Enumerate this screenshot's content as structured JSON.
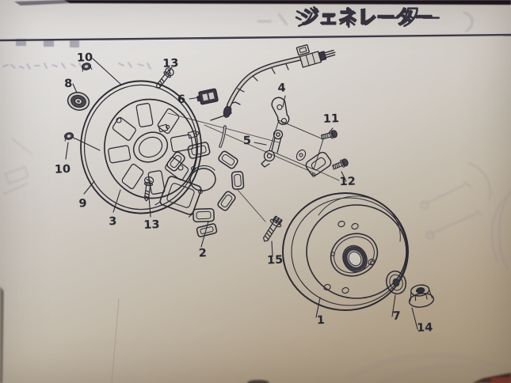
{
  "page": {
    "title": "ジェネレーター"
  },
  "diagram": {
    "callouts": [
      {
        "label": "10"
      },
      {
        "label": "13"
      },
      {
        "label": "8"
      },
      {
        "label": "6"
      },
      {
        "label": "4"
      },
      {
        "label": "11"
      },
      {
        "label": "10"
      },
      {
        "label": "5"
      },
      {
        "label": "12"
      },
      {
        "label": "9"
      },
      {
        "label": "3"
      },
      {
        "label": "13"
      },
      {
        "label": "2"
      },
      {
        "label": "15"
      },
      {
        "label": "1"
      },
      {
        "label": "7"
      },
      {
        "label": "14"
      }
    ]
  },
  "colors": {
    "ink": "#2b2a33",
    "label_ink": "#26252e",
    "rule": "#3c3a48",
    "page_light": "#dcdad9",
    "page_dark": "#9d8e75",
    "edge_dark": "#1a151a",
    "corner_maroon": "#7a3126"
  }
}
